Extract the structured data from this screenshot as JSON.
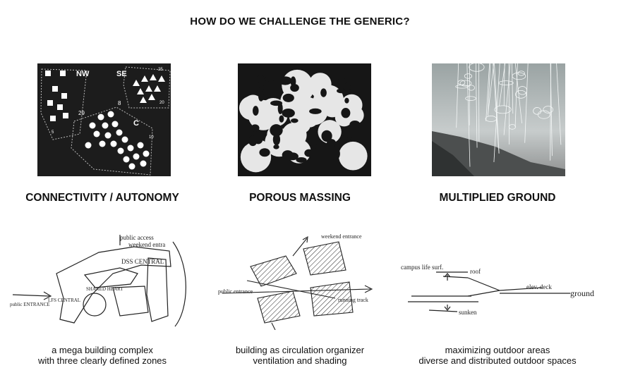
{
  "title": "HOW DO WE CHALLENGE THE GENERIC?",
  "columns": [
    {
      "heading": "CONNECTIVITY / AUTONOMY",
      "caption_lines": [
        "a mega building complex",
        "with three clearly defined zones"
      ],
      "diagram_labels": {
        "zone_nw": "NW",
        "zone_se": "SE",
        "zone_c": "C",
        "n5": "5",
        "n8": "8",
        "n10": "10",
        "n20": "20",
        "n25": "25",
        "n29": "29"
      },
      "sketch_labels": {
        "public_access": "public access",
        "weekend_entry": "weekend entra",
        "dss_central": "DSS CENTRAL",
        "shared_heart": "SHARED HEART",
        "lfs_central": "LFS CENTRAL",
        "public_entrance": "public ENTRANCE"
      }
    },
    {
      "heading": "POROUS MASSING",
      "caption_lines": [
        "building as circulation organizer",
        "ventilation and shading"
      ],
      "sketch_labels": {
        "weekend_entrance": "weekend entrance",
        "public_entrance": "public entrance",
        "running_track": "running track"
      }
    },
    {
      "heading": "MULTIPLIED GROUND",
      "caption_lines": [
        "maximizing outdoor areas",
        "diverse and distributed outdoor spaces"
      ],
      "sketch_labels": {
        "campus_life_surf": "campus life surf.",
        "roof": "roof",
        "elev_deck": "elev. deck",
        "ground": "ground",
        "sunken": "sunken"
      }
    }
  ]
}
